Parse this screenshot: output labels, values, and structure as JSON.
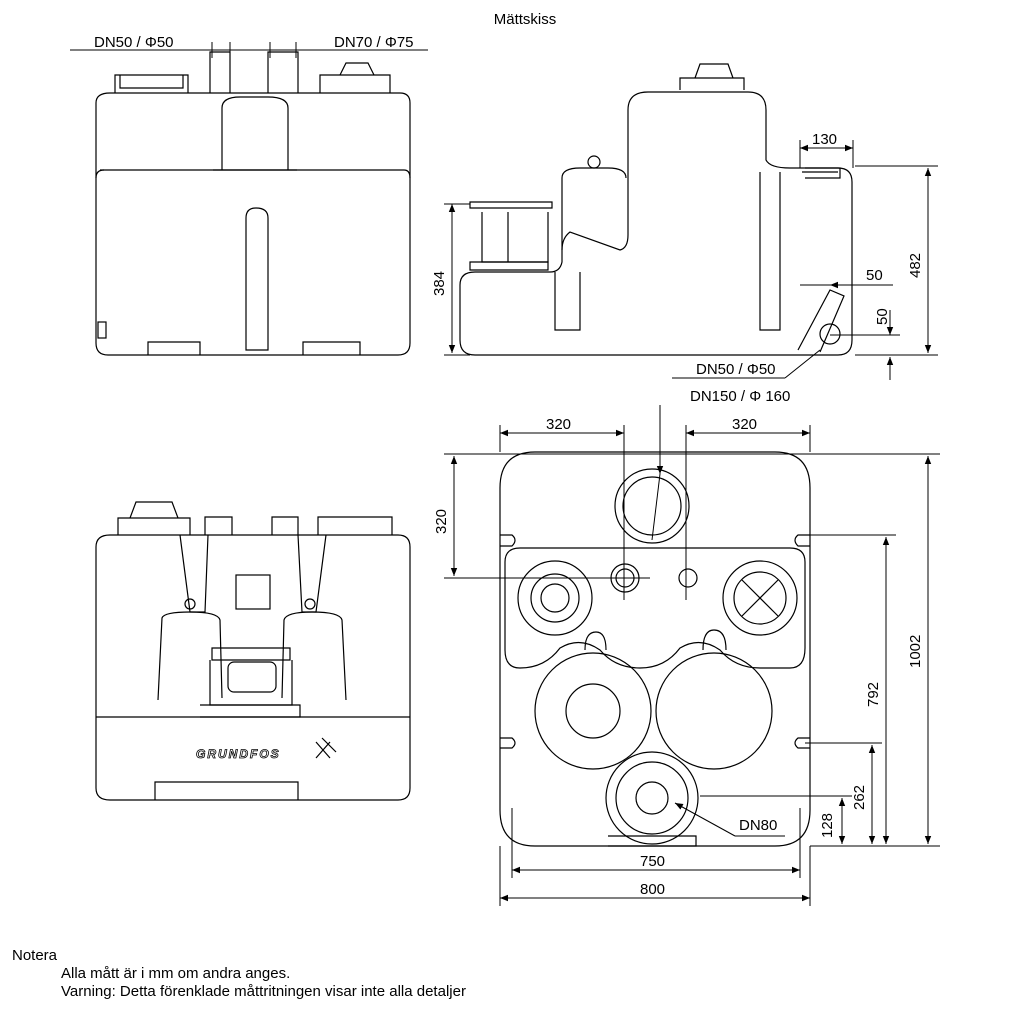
{
  "title": "Mättskiss",
  "brand_logo": "GRUNDFOS",
  "labels": {
    "dn50_50_top": "DN50 / Φ50",
    "dn70_75": "DN70 / Φ75",
    "dim_130": "130",
    "dim_482": "482",
    "dim_384": "384",
    "dim_50_h": "50",
    "dim_50_v": "50",
    "dn50_50_side": "DN50 / Φ50",
    "dn150_160": "DN150 / Φ 160",
    "dim_320_left": "320",
    "dim_320_right": "320",
    "dim_320_v": "320",
    "dim_1002": "1002",
    "dim_792": "792",
    "dim_262": "262",
    "dim_128": "128",
    "dn80": "DN80",
    "dim_750": "750",
    "dim_800": "800"
  },
  "notes": {
    "heading": "Notera",
    "lines": [
      "Alla mått är i mm om andra anges.",
      "Varning: Detta förenklade måttritningen visar inte alla detaljer"
    ]
  }
}
